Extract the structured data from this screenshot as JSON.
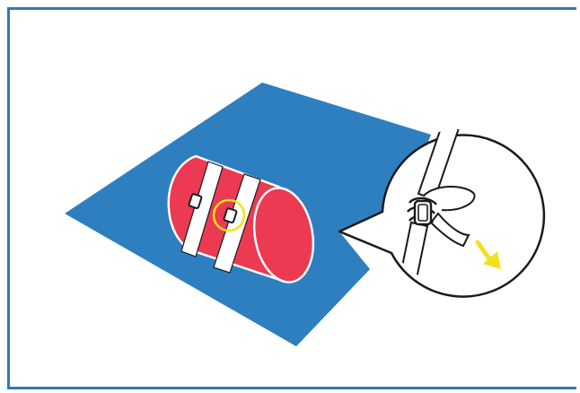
{
  "colors": {
    "frame": "#2e7ab6",
    "mat": "#2e7fbf",
    "bag": "#ec3a52",
    "strap": "#ffffff",
    "outline": "#1a1a1a",
    "highlight_ring": "#f2e21c",
    "pull_arrow": "#f2e21c"
  },
  "illustration": {
    "subject": "sleeping-bag-on-mat",
    "straps": 2,
    "buckles": 2,
    "detail_callout": "strap-knot-closeup",
    "arrow_direction": "down-right"
  }
}
